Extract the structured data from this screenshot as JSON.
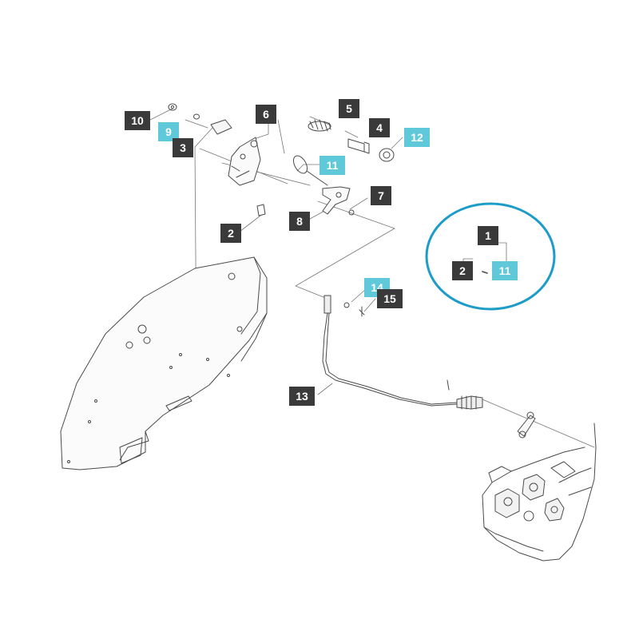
{
  "colors": {
    "callout_dark": "#3a3a3a",
    "callout_cyan": "#5fc9d9",
    "detail_circle": "#1e9cc8",
    "line_art": "#4a4a4a"
  },
  "callouts": [
    {
      "id": "c10",
      "label": "10",
      "style": "dark"
    },
    {
      "id": "c9",
      "label": "9",
      "style": "cyan"
    },
    {
      "id": "c3",
      "label": "3",
      "style": "dark"
    },
    {
      "id": "c6",
      "label": "6",
      "style": "dark"
    },
    {
      "id": "c5",
      "label": "5",
      "style": "dark"
    },
    {
      "id": "c4",
      "label": "4",
      "style": "dark"
    },
    {
      "id": "c12",
      "label": "12",
      "style": "cyan"
    },
    {
      "id": "c11a",
      "label": "11",
      "style": "cyan"
    },
    {
      "id": "c7",
      "label": "7",
      "style": "dark"
    },
    {
      "id": "c8",
      "label": "8",
      "style": "dark"
    },
    {
      "id": "c2a",
      "label": "2",
      "style": "dark"
    },
    {
      "id": "c14",
      "label": "14",
      "style": "cyan"
    },
    {
      "id": "c15",
      "label": "15",
      "style": "dark"
    },
    {
      "id": "c13",
      "label": "13",
      "style": "dark"
    },
    {
      "id": "c1",
      "label": "1",
      "style": "dark"
    },
    {
      "id": "c2b",
      "label": "2",
      "style": "dark"
    },
    {
      "id": "c11b",
      "label": "11",
      "style": "cyan"
    }
  ]
}
